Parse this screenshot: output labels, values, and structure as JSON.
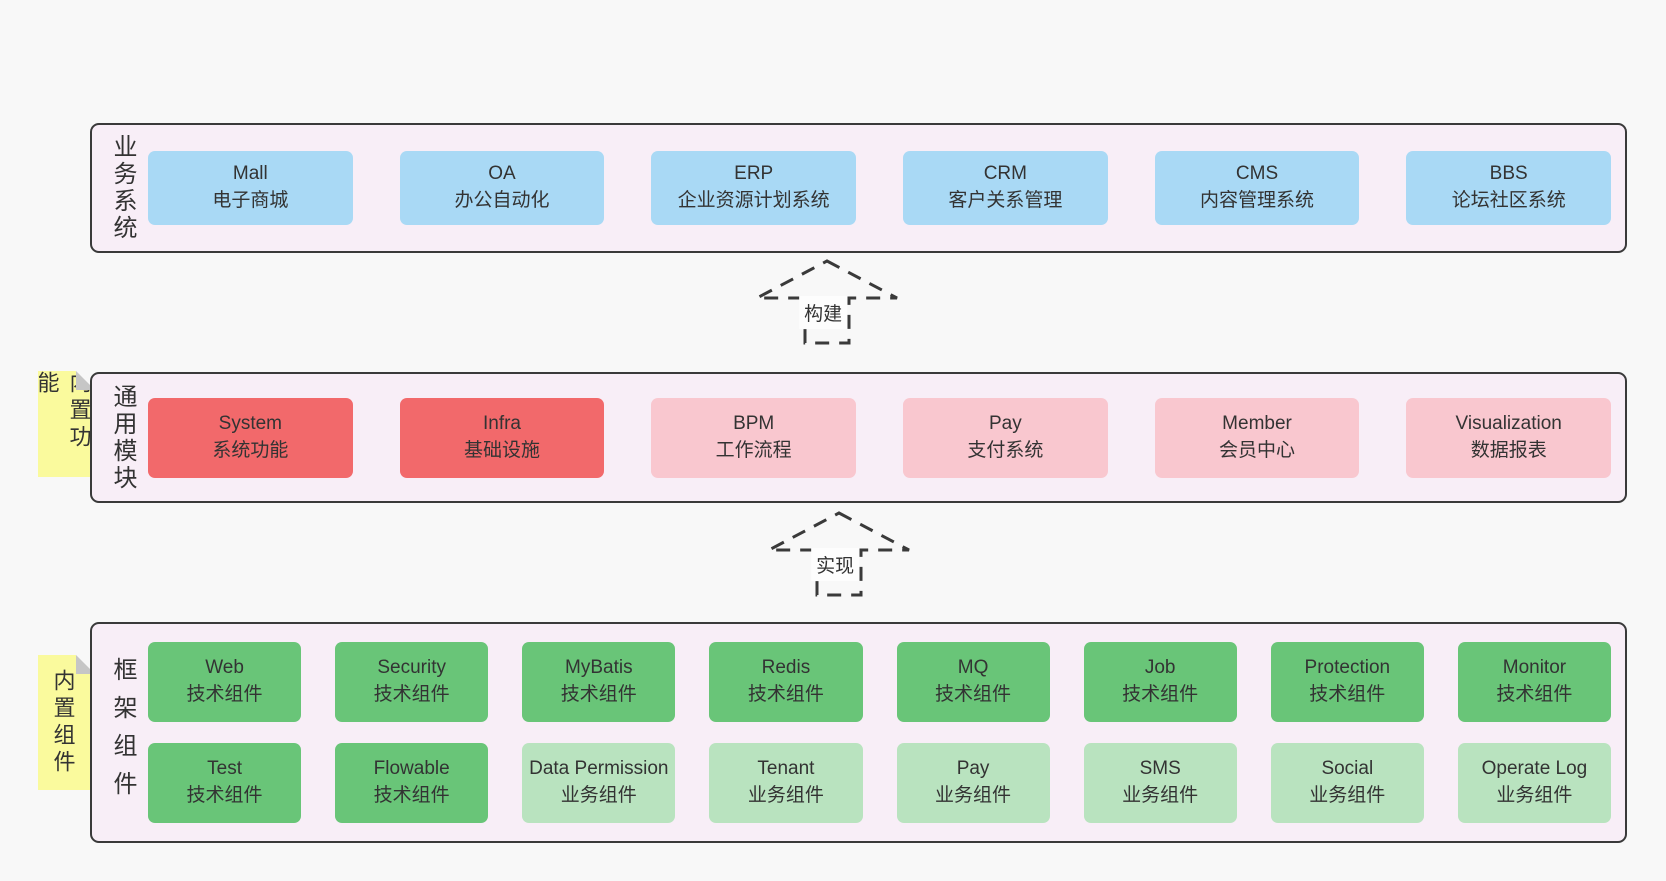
{
  "diagram": {
    "arrows": [
      {
        "label": "构建"
      },
      {
        "label": "实现"
      }
    ],
    "layers": [
      {
        "id": "business",
        "side_label": "业务系统",
        "boxes": [
          {
            "title": "Mall",
            "subtitle": "电子商城"
          },
          {
            "title": "OA",
            "subtitle": "办公自动化"
          },
          {
            "title": "ERP",
            "subtitle": "企业资源计划系统"
          },
          {
            "title": "CRM",
            "subtitle": "客户关系管理"
          },
          {
            "title": "CMS",
            "subtitle": "内容管理系统"
          },
          {
            "title": "BBS",
            "subtitle": "论坛社区系统"
          }
        ]
      },
      {
        "id": "modules",
        "side_label": "通用模块",
        "tag": "内置功能",
        "boxes": [
          {
            "title": "System",
            "subtitle": "系统功能"
          },
          {
            "title": "Infra",
            "subtitle": "基础设施"
          },
          {
            "title": "BPM",
            "subtitle": "工作流程"
          },
          {
            "title": "Pay",
            "subtitle": "支付系统"
          },
          {
            "title": "Member",
            "subtitle": "会员中心"
          },
          {
            "title": "Visualization",
            "subtitle": "数据报表"
          }
        ]
      },
      {
        "id": "components",
        "side_label": "框架组件",
        "tag": "内置组件",
        "row1": [
          {
            "title": "Web",
            "subtitle": "技术组件"
          },
          {
            "title": "Security",
            "subtitle": "技术组件"
          },
          {
            "title": "MyBatis",
            "subtitle": "技术组件"
          },
          {
            "title": "Redis",
            "subtitle": "技术组件"
          },
          {
            "title": "MQ",
            "subtitle": "技术组件"
          },
          {
            "title": "Job",
            "subtitle": "技术组件"
          },
          {
            "title": "Protection",
            "subtitle": "技术组件"
          },
          {
            "title": "Monitor",
            "subtitle": "技术组件"
          }
        ],
        "row2": [
          {
            "title": "Test",
            "subtitle": "技术组件"
          },
          {
            "title": "Flowable",
            "subtitle": "技术组件"
          },
          {
            "title": "Data Permission",
            "subtitle": "业务组件"
          },
          {
            "title": "Tenant",
            "subtitle": "业务组件"
          },
          {
            "title": "Pay",
            "subtitle": "业务组件"
          },
          {
            "title": "SMS",
            "subtitle": "业务组件"
          },
          {
            "title": "Social",
            "subtitle": "业务组件"
          },
          {
            "title": "Operate Log",
            "subtitle": "业务组件"
          }
        ]
      }
    ],
    "colors": {
      "page_bg": "#f8f8f8",
      "panel_bg": "#f8eef7",
      "panel_border": "#3a3a3a",
      "business_box": "#a9d9f5",
      "module_core_box": "#f2696b",
      "module_box": "#f9c7cf",
      "tech_component_box": "#69c578",
      "biz_component_box": "#b9e3bf",
      "tag_yellow": "#fafa9d",
      "text": "#333333"
    }
  }
}
